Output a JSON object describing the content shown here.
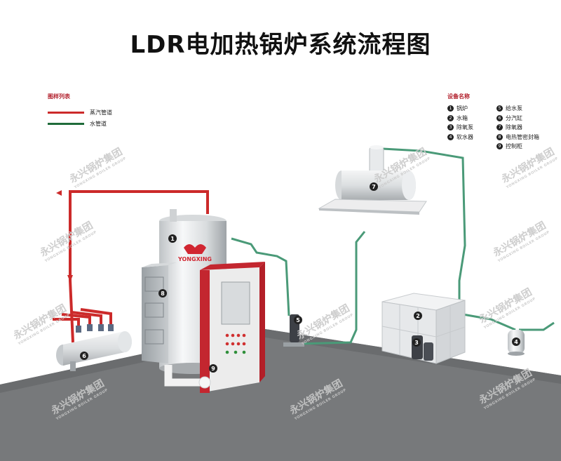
{
  "title": "LDR电加热锅炉系统流程图",
  "legend": {
    "header": "图样列表",
    "items": [
      {
        "label": "蒸汽管道",
        "color": "#cc2a2a"
      },
      {
        "label": "水管道",
        "color": "#1f6b3a"
      }
    ]
  },
  "equipment": {
    "header": "设备名称",
    "items": [
      {
        "num": "1",
        "label": "锅炉"
      },
      {
        "num": "2",
        "label": "水箱"
      },
      {
        "num": "3",
        "label": "除氧泵"
      },
      {
        "num": "4",
        "label": "软水器"
      },
      {
        "num": "5",
        "label": "给水泵"
      },
      {
        "num": "6",
        "label": "分汽缸"
      },
      {
        "num": "7",
        "label": "除氧器"
      },
      {
        "num": "8",
        "label": "电热管密封箱"
      },
      {
        "num": "9",
        "label": "控制柜"
      }
    ]
  },
  "boiler_brand": "YONGXING",
  "watermark": {
    "text": "永兴锅炉集团",
    "sub": "YONGXING BOILER GROUP"
  },
  "colors": {
    "steam": "#cc2a2a",
    "water": "#4a9a78",
    "floor": "#77797b",
    "cabinet": "#c3262f"
  }
}
